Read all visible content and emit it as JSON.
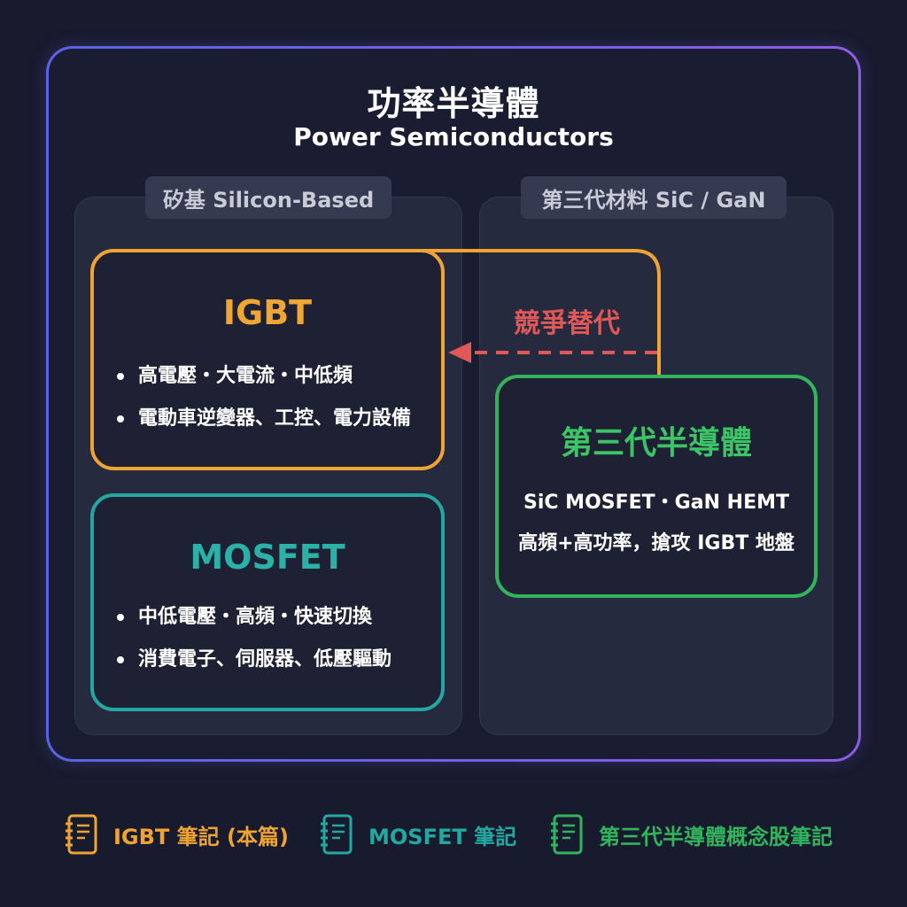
{
  "title": {
    "zh": "功率半導體",
    "en": "Power Semiconductors"
  },
  "panels": {
    "left_label": "矽基 Silicon-Based",
    "right_label": "第三代材料 SiC / GaN"
  },
  "cards": {
    "igbt": {
      "title": "IGBT",
      "bullets": [
        "高電壓・大電流・中低頻",
        "電動車逆變器、工控、電力設備"
      ]
    },
    "mosfet": {
      "title": "MOSFET",
      "bullets": [
        "中低電壓・高頻・快速切換",
        "消費電子、伺服器、低壓驅動"
      ]
    },
    "third_gen": {
      "title": "第三代半導體",
      "lines": [
        "SiC MOSFET・GaN HEMT",
        "高頻+高功率，搶攻 IGBT 地盤"
      ]
    }
  },
  "connector": {
    "label": "競爭替代",
    "color": "#e05858"
  },
  "legend": [
    {
      "label": "IGBT 筆記 (本篇)",
      "icon": "notebook-icon",
      "color": "#eea334"
    },
    {
      "label": "MOSFET 筆記",
      "icon": "notebook-icon",
      "color": "#23a7a0"
    },
    {
      "label": "第三代半導體概念股筆記",
      "icon": "notebook-icon",
      "color": "#31b45c"
    }
  ],
  "colors": {
    "background": "#181b2e",
    "igbt": "#eea334",
    "mosfet": "#23a7a0",
    "third_gen": "#31b45c",
    "frame_start": "#5a63e6",
    "frame_end": "#8c5ce8"
  }
}
